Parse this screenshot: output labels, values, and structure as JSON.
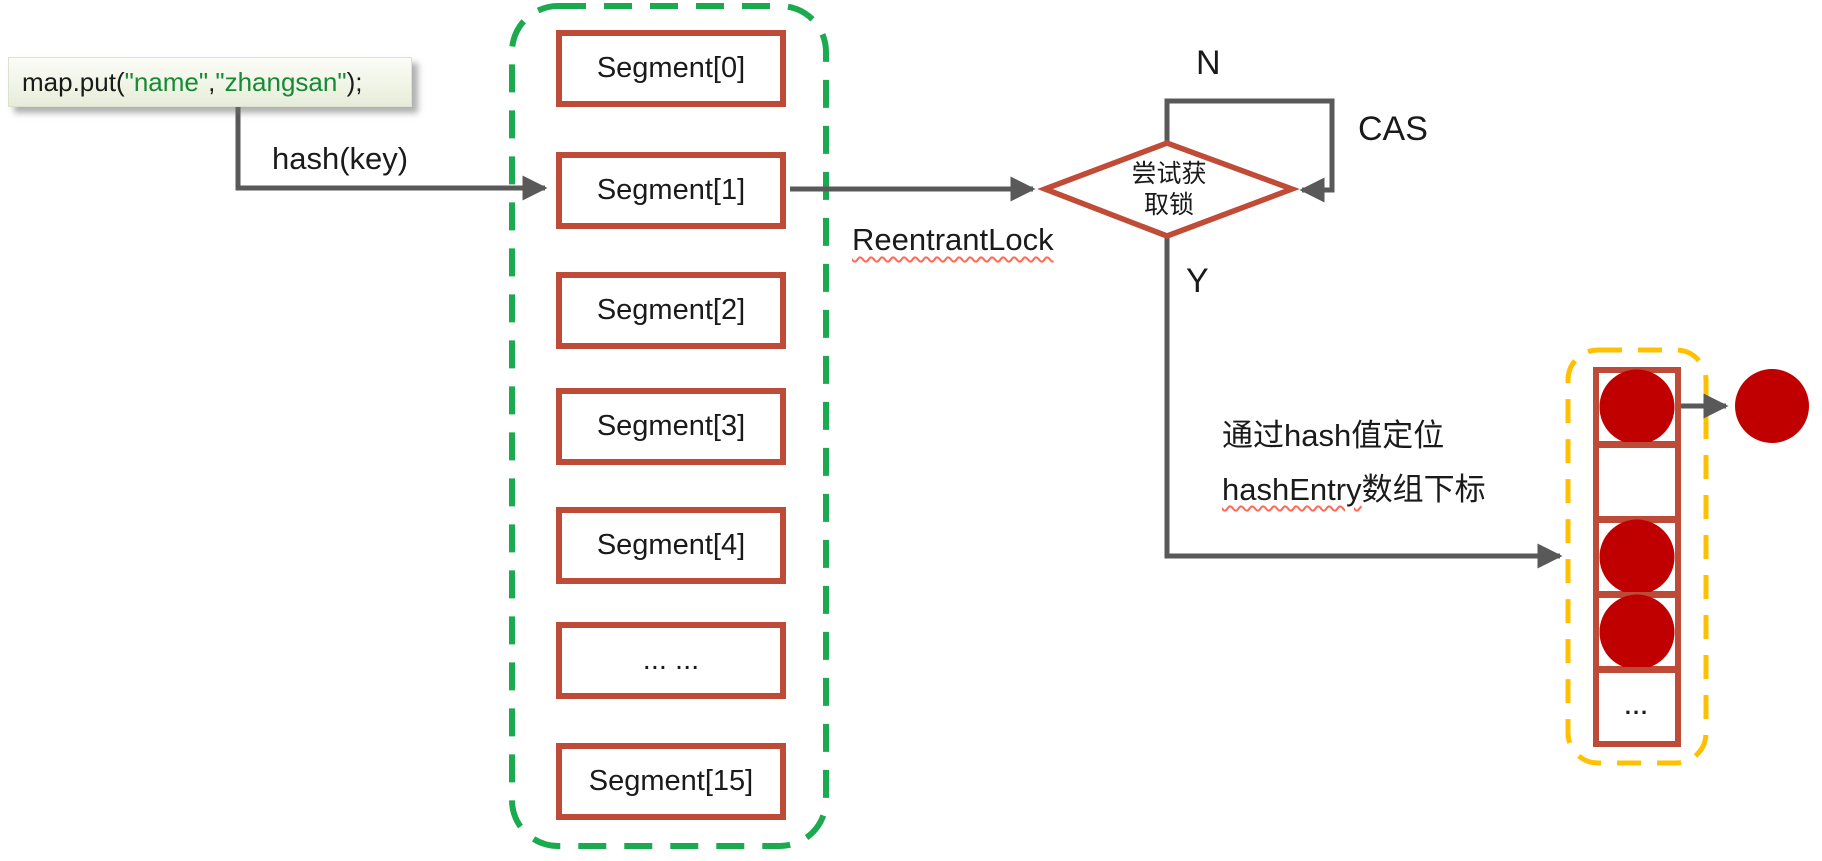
{
  "code_box": {
    "call": "map.put(",
    "arg1": "\"name\"",
    "separator": ",",
    "arg2": "\"zhangsan\"",
    "close": ");"
  },
  "flow": {
    "hash_label": "hash(key)",
    "lock_label": "ReentrantLock",
    "branch_no": "N",
    "branch_yes": "Y",
    "cas_label": "CAS",
    "decision_line1": "尝试获",
    "decision_line2": "取锁",
    "locate_line1": "通过hash值定位",
    "locate_line2_word": "hashEntry",
    "locate_line2_rest": "数组下标"
  },
  "segments": {
    "items": [
      "Segment[0]",
      "Segment[1]",
      "Segment[2]",
      "Segment[3]",
      "Segment[4]",
      "... ...",
      "Segment[15]"
    ]
  },
  "hash_entry_array": {
    "cells": [
      "circle",
      "empty",
      "circle",
      "circle",
      "ellipsis"
    ],
    "ellipsis_label": "...",
    "external_node": "circle"
  },
  "colors": {
    "segment_border": "#bd4b38",
    "green_dashed_border": "#1caa50",
    "gold_dashed_border": "#ffc000",
    "node_red": "#c00000",
    "arrow_gray": "#595959",
    "code_string_green": "#178a34",
    "spellcheck_underline": "#ff6a55"
  }
}
